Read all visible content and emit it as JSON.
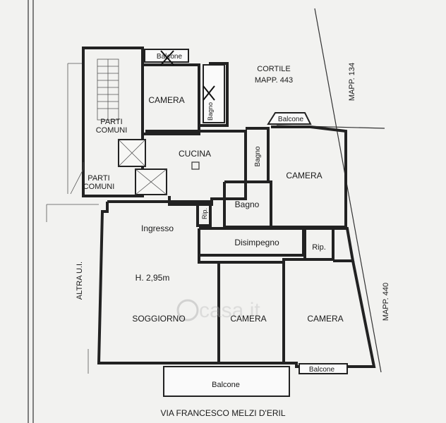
{
  "rooms": {
    "camera_top": "CAMERA",
    "camera_right": "CAMERA",
    "camera_mid": "CAMERA",
    "camera_bottom_right": "CAMERA",
    "cucina": "CUCINA",
    "bagno_small": "Bagno",
    "bagno_top": "Bagno",
    "bagno_main": "Bagno",
    "ripostiglio_small": "Rip.",
    "ripostiglio": "Rip.",
    "ingresso": "Ingresso",
    "disimpegno": "Disimpegno",
    "soggiorno": "SOGGIORNO",
    "height": "H. 2,95m",
    "parti_comuni_1_line1": "PARTI",
    "parti_comuni_1_line2": "COMUNI",
    "parti_comuni_2_line1": "PARTI",
    "parti_comuni_2_line2": "COMUNI"
  },
  "balconies": {
    "top": "Balcone",
    "right": "Balcone",
    "bottom": "Balcone",
    "bottom_right": "Balcone"
  },
  "surroundings": {
    "cortile_line1": "CORTILE",
    "cortile_line2": "MAPP. 443",
    "mapp_134": "MAPP. 134",
    "mapp_440": "MAPP. 440",
    "altra_ui": "ALTRA U.I.",
    "street": "VIA FRANCESCO MELZI D'ERIL"
  },
  "watermark": "casa.it"
}
